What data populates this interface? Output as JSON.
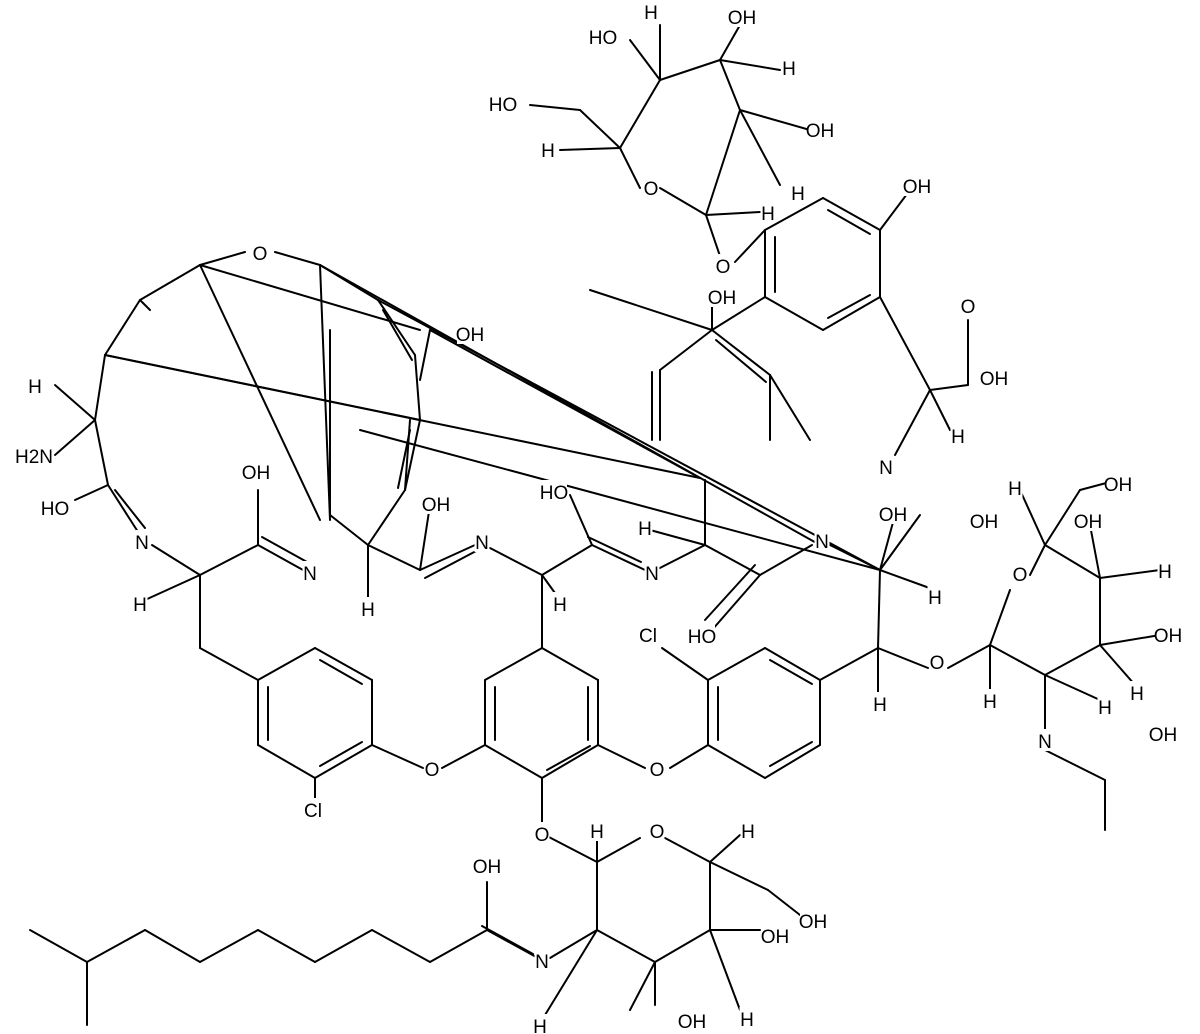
{
  "diagram": {
    "type": "chemical-structure",
    "atom_labels": [
      "HO",
      "H",
      "OH",
      "H",
      "HO",
      "OH",
      "H",
      "O",
      "H",
      "H",
      "OH",
      "O",
      "O",
      "OH",
      "OH",
      "O",
      "OH",
      "H",
      "N",
      "H",
      "H2N",
      "HO",
      "OH",
      "N",
      "N",
      "OH",
      "N",
      "H",
      "H",
      "HO",
      "H",
      "N",
      "H",
      "OH",
      "OH",
      "N",
      "H",
      "HO",
      "Cl",
      "H",
      "O",
      "H",
      "OH",
      "OH",
      "O",
      "H",
      "OH",
      "H",
      "H",
      "H",
      "N",
      "OH",
      "O",
      "O",
      "Cl",
      "O",
      "H",
      "O",
      "H",
      "OH",
      "OH",
      "OH",
      "N",
      "H",
      "OH",
      "H"
    ]
  }
}
